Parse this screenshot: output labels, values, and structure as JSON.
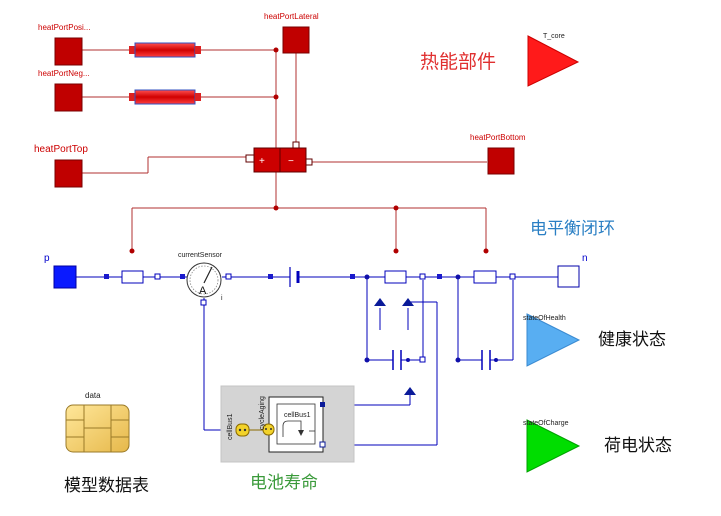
{
  "heat_ports": {
    "pos": "heatPortPosi...",
    "neg": "heatPortNeg...",
    "top": "heatPortTop",
    "lateral": "heatPortLateral",
    "bottom": "heatPortBottom"
  },
  "outputs": {
    "t_core": "T_core",
    "soh": "stateOfHealth",
    "soc": "stateOfCharge"
  },
  "pins": {
    "p": "p",
    "n": "n"
  },
  "sensor": {
    "name": "currentSensor",
    "glyph": "A",
    "port_i": "i"
  },
  "data_icon": {
    "name": "data"
  },
  "aging": {
    "bus_label": "cellBus1",
    "aging_label": "cycleAging",
    "block_label": "cellBus1"
  },
  "annotations": {
    "thermal": "热能部件",
    "balance": "电平衡闭环",
    "health": "健康状态",
    "charge": "荷电状态",
    "datatable": "模型数据表",
    "life": "电池寿命"
  },
  "colors": {
    "thermal": "#cc0000",
    "electric": "#0000cc",
    "annotation_thermal": "#e03030",
    "annotation_balance": "#2a7fc4",
    "annotation_life": "#3a9a3a",
    "soh": "#55aaf0",
    "soc": "#00d000",
    "t_core": "#ff0000"
  },
  "icons": [
    "sim-card-icon",
    "ammeter-icon",
    "triangle-output-icon"
  ]
}
